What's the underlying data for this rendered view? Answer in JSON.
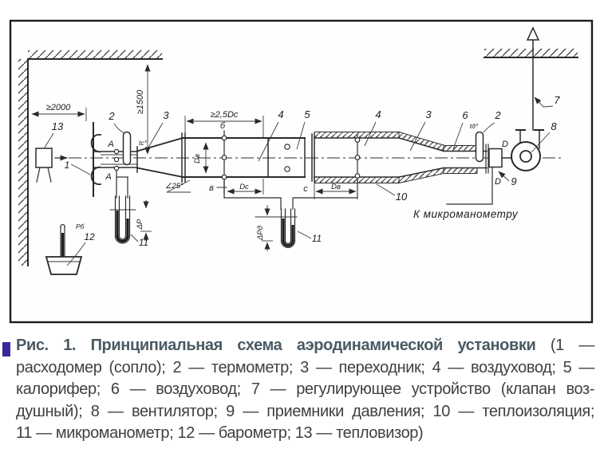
{
  "figure": {
    "caption": {
      "line1_bold": "Рис. 1. Принципиальная схема аэродинамической установки",
      "line1_rest": "(1 —",
      "line2": "расходомер (сопло); 2 — термометр; 3 — переходник; 4 — воздуховод; 5 —",
      "line3": "калорифер; 6 — воздуховод; 7 — регулирующее устройство (клапан воз-",
      "line4": "душный); 8 — вентилятор; 9 — приемники давления; 10 — теплоизоляция;",
      "line5": "11 — микроманометр; 12 — барометр; 13 — тепловизор)"
    },
    "colors": {
      "bullet": "#36289a",
      "caption_title": "#4a5a63",
      "caption_body": "#3f4042",
      "line_work": "#282828"
    }
  },
  "diagram": {
    "labels": {
      "one": "1",
      "two_left": "2",
      "three_left": "3",
      "four_left": "4",
      "five": "5",
      "four_right": "4",
      "three_right": "3",
      "six": "6",
      "two_right": "2",
      "seven": "7",
      "eight": "8",
      "nine": "9",
      "ten": "10",
      "eleven_left": "11",
      "eleven_center": "11",
      "twelve": "12",
      "thirteen": "13",
      "dim_2000": "≥2000",
      "dim_1500": "≥1500",
      "dim_25dc": "≥2,5Dс",
      "dim_dv_left": "Dв",
      "dim_dc": "Dс",
      "dim_dv_right": "Dв",
      "angle_25": "∠25°",
      "delta_p": "ΔP",
      "delta_pd": "ΔPд",
      "sec_a_top": "А",
      "sec_a_bottom": "А",
      "sec_b_top": "б",
      "sec_v_bottom": "в",
      "sec_c": "с",
      "sec_d_top": "D",
      "sec_d_bottom": "D",
      "temp_left": "tс°",
      "temp_right": "tд°",
      "p_barometric": "Pб",
      "note_micromanometer": "К микроманометру"
    }
  }
}
